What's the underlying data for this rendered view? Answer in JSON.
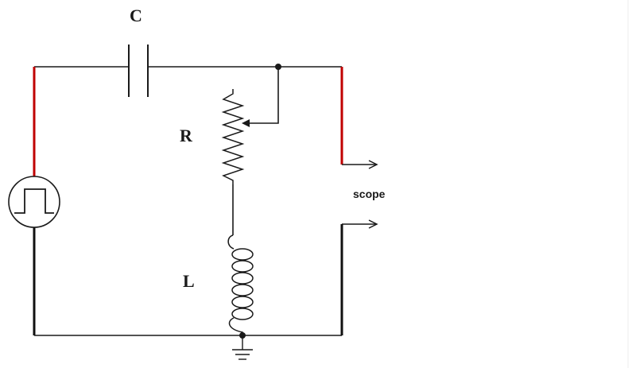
{
  "labels": {
    "capacitor": "C",
    "resistor": "R",
    "inductor": "L",
    "scope": "scope"
  },
  "colors": {
    "wire": "#1a1a1a",
    "positive_lead": "#c00000",
    "negative_lead": "#111111",
    "background": "#ffffff"
  },
  "icons": {
    "source": "square-wave-source-icon",
    "ground": "ground-icon",
    "probe_arrow": "arrow-right-icon"
  }
}
